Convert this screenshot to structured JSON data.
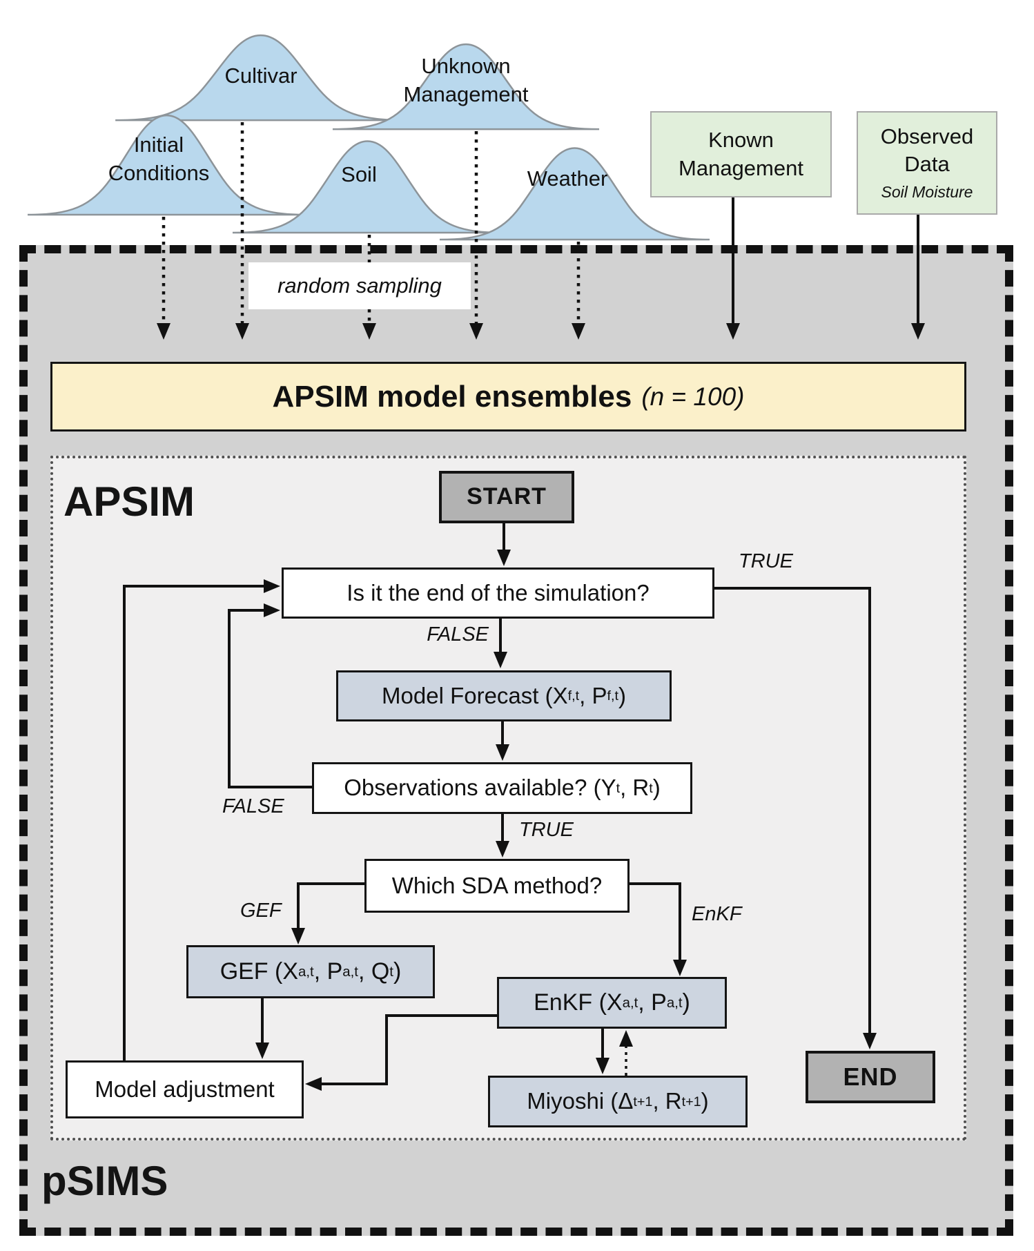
{
  "colors": {
    "outer_background": "#d2d2d2",
    "inner_background": "#f0efef",
    "banner_fill": "#fbf0ca",
    "node_blue_fill": "#cdd5e0",
    "node_grey_fill": "#b2b2b2",
    "green_box_fill": "#e1efdb",
    "curve_fill": "#b9d8ed",
    "curve_stroke": "#8d9499",
    "line_color": "#111111"
  },
  "inputs": {
    "curves": [
      {
        "label": "Cultivar"
      },
      {
        "label": "Unknown\nManagement"
      },
      {
        "label": "Initial\nConditions"
      },
      {
        "label": "Soil"
      },
      {
        "label": "Weather"
      }
    ],
    "known_management": {
      "label": "Known\nManagement"
    },
    "observed_data": {
      "label": "Observed\nData",
      "subtitle": "Soil Moisture"
    }
  },
  "ensemble": {
    "random_sampling": "random sampling",
    "banner_title": "APSIM model ensembles",
    "banner_note": "(n = 100)"
  },
  "apsim": {
    "label": "APSIM",
    "start": "START",
    "end": "END",
    "nodes": {
      "end_question": "Is it the end of the simulation?",
      "model_forecast": "Model Forecast (X<sub>f,t</sub>, P<sub>f,t</sub>)",
      "observations": "Observations available? (Y<sub>t</sub>, R<sub>t</sub>)",
      "sda_method": "Which SDA method?",
      "gef": "GEF (X<sub>a,t</sub>, P<sub>a,t</sub>, Q<sub>t</sub>)",
      "enkf": "EnKF (X<sub>a,t</sub>, P<sub>a,t</sub>)",
      "miyoshi": "Miyoshi (Δ<sub>t+1</sub>, R<sub>t+1</sub>)",
      "model_adjustment": "Model adjustment"
    },
    "edge_labels": {
      "true_end": "TRUE",
      "false_end": "FALSE",
      "false_obs": "FALSE",
      "true_obs": "TRUE",
      "gef": "GEF",
      "enkf": "EnKF"
    }
  },
  "psims": {
    "label": "pSIMS"
  }
}
